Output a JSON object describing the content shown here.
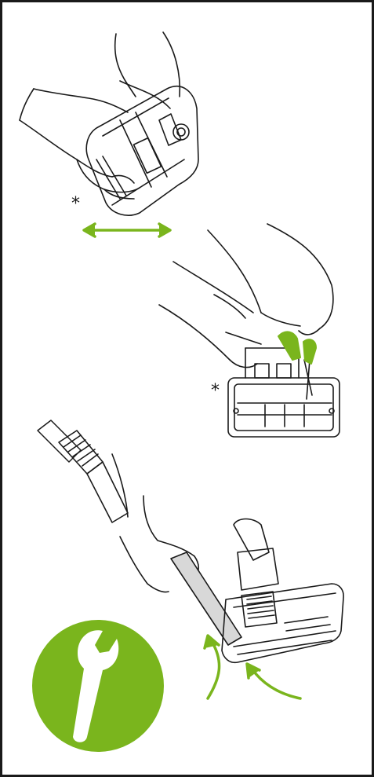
{
  "document": {
    "panels": [
      {
        "id": "step-remove-brush",
        "marker": "*",
        "arrow": "double-horizontal"
      },
      {
        "id": "step-cut-hair",
        "marker": "*"
      },
      {
        "id": "step-clean-suction",
        "arrows": [
          "curved-up",
          "curved-left"
        ]
      }
    ],
    "badge": {
      "icon": "wrench-icon",
      "meaning": "maintenance"
    },
    "colors": {
      "accent": "#7ab51d",
      "ink": "#1a1a1a",
      "background": "#ffffff"
    }
  }
}
